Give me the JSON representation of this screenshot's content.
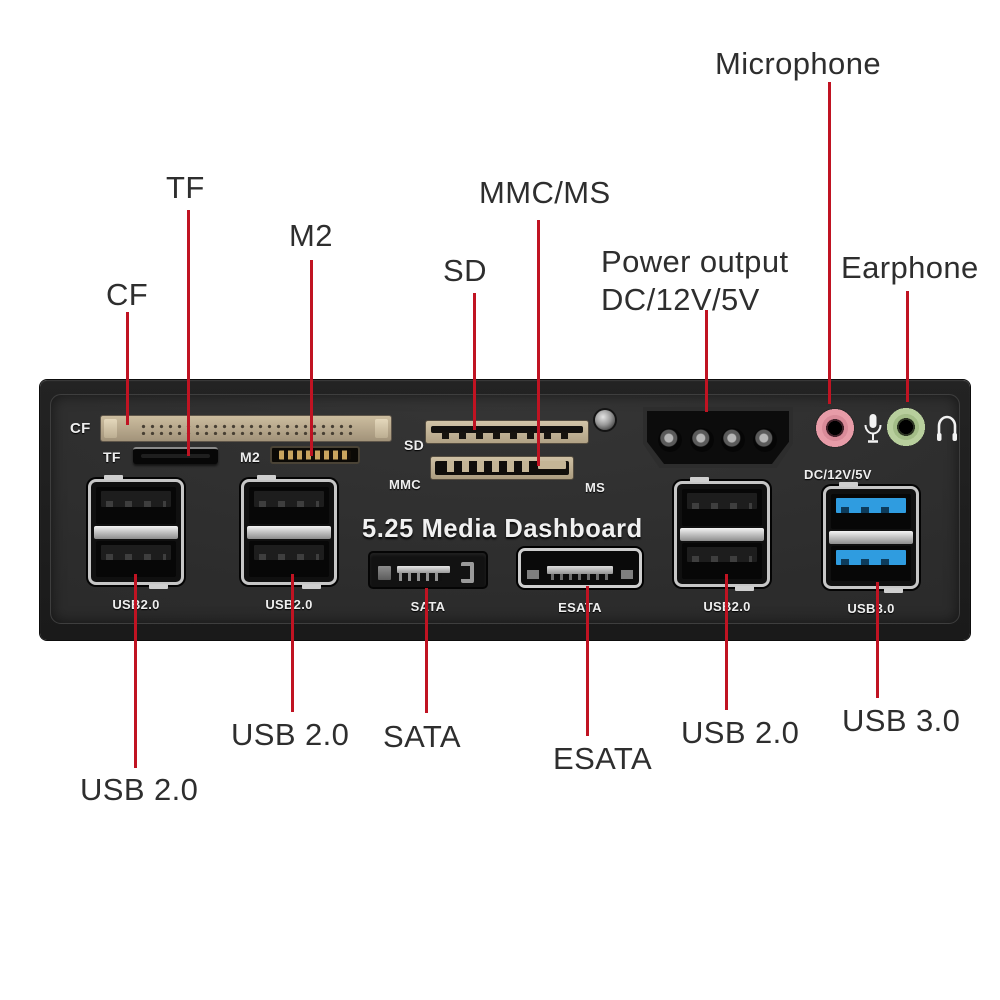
{
  "colors": {
    "background": "#ffffff",
    "callout_line": "#c01322",
    "label_text": "#2e2e2e",
    "panel_text": "#eeeeee",
    "usb3_blue": "#2f9ce0",
    "mic_jack_pink": "#e79ca8",
    "earphone_jack_green": "#b8cf9d",
    "cf_slot_beige": "#b9aa8d"
  },
  "callouts": {
    "top": [
      {
        "id": "cf",
        "label": "CF"
      },
      {
        "id": "tf",
        "label": "TF"
      },
      {
        "id": "m2",
        "label": "M2"
      },
      {
        "id": "sd",
        "label": "SD"
      },
      {
        "id": "mmc_ms",
        "label": "MMC/MS"
      },
      {
        "id": "power_output",
        "label": "Power output",
        "label2": "DC/12V/5V"
      },
      {
        "id": "microphone",
        "label": "Microphone"
      },
      {
        "id": "earphone",
        "label": "Earphone"
      }
    ],
    "bottom": [
      {
        "id": "usb2_far_left",
        "label": "USB 2.0"
      },
      {
        "id": "usb2_left",
        "label": "USB 2.0"
      },
      {
        "id": "sata",
        "label": "SATA"
      },
      {
        "id": "esata",
        "label": "ESATA"
      },
      {
        "id": "usb2_right",
        "label": "USB 2.0"
      },
      {
        "id": "usb3",
        "label": "USB 3.0"
      }
    ]
  },
  "panel": {
    "printed_labels": {
      "cf": "CF",
      "tf": "TF",
      "m2": "M2",
      "sd": "SD",
      "mmc": "MMC",
      "ms": "MS",
      "title": "5.25 Media Dashboard",
      "usb2": "USB2.0",
      "sata": "SATA",
      "esata": "ESATA",
      "usb3": "USB3.0",
      "dc_power": "DC/12V/5V"
    },
    "icons": [
      "microphone-icon",
      "headphone-icon"
    ]
  }
}
